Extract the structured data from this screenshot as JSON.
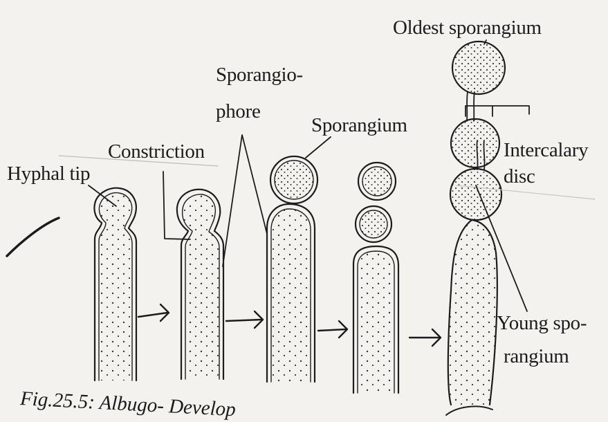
{
  "labels": {
    "hyphal_tip": "Hyphal tip",
    "constriction": "Constriction",
    "sporangiophore_1": "Sporangio-",
    "sporangiophore_2": "phore",
    "sporangium": "Sporangium",
    "oldest_sporangium": "Oldest sporangium",
    "intercalary_disc_1": "Intercalary",
    "intercalary_disc_2": "disc",
    "young_sporangium_1": "Young spo-",
    "young_sporangium_2": "rangium"
  },
  "caption": "Fig.25.5: Albugo- Develop"
}
